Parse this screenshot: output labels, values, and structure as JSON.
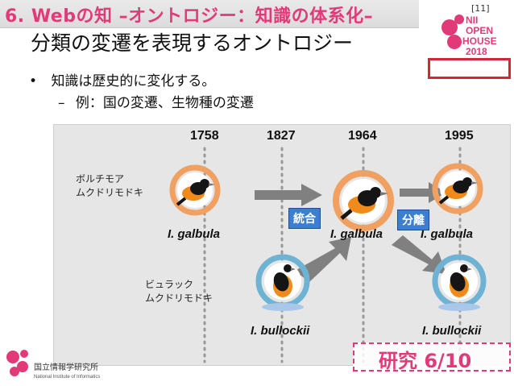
{
  "header": {
    "title": "6. Webの知 –オントロジー：知識の体系化–",
    "page_num": "[11]"
  },
  "logo": {
    "line1": "NII",
    "line2": "OPEN",
    "line3": "HOUSE",
    "line4": "2018"
  },
  "subtitle": "分類の変遷を表現するオントロジー",
  "bullets": [
    {
      "text": "知識は歴史的に変化する。",
      "marker": "•"
    },
    {
      "text": "例：国の変遷、生物種の変遷",
      "marker": "–"
    }
  ],
  "diagram": {
    "years": [
      "1758",
      "1827",
      "1964",
      "1995"
    ],
    "label_baltimore": [
      "ボルチモア",
      "ムクドリモドキ"
    ],
    "label_bullock": [
      "ビュラック",
      "ムクドリモドキ"
    ],
    "species_galbula": "I. galbula",
    "species_bullockii": "I. bullockii",
    "badge_merge": "統合",
    "badge_split": "分離"
  },
  "footer": {
    "progress_text": "研究 6/10",
    "progress_fraction": 0.6
  },
  "nii": {
    "text": "国立情報学研究所",
    "sub": "National Institute of Informatics"
  },
  "colors": {
    "accent": "#e23a78",
    "badge": "#3c7fd1",
    "ring_orange": "#f0a060",
    "ring_blue": "#6fb3d4",
    "arrow": "#808080"
  }
}
